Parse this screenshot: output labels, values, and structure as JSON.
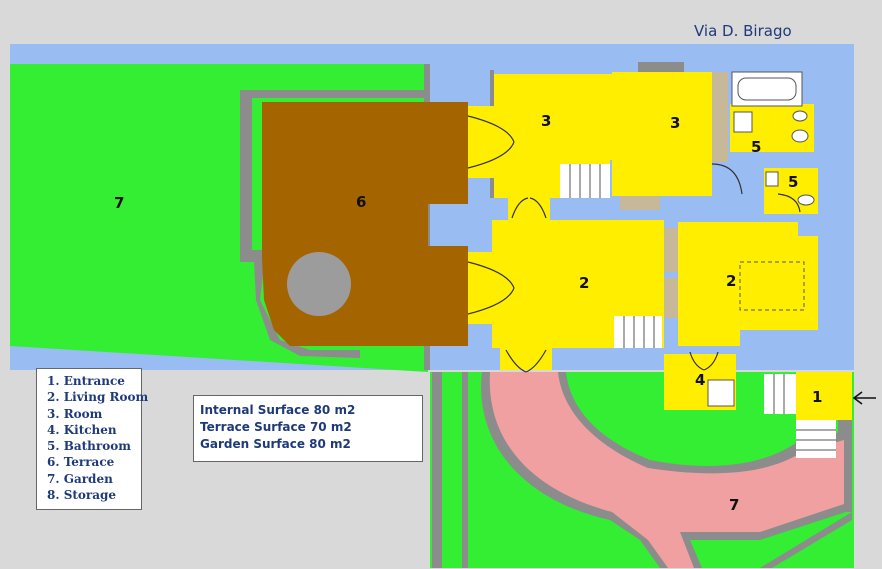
{
  "street_label": "Via D. Birago",
  "colors": {
    "outside": "#d9d9d9",
    "courtyard": "#99bdf2",
    "garden": "#33ee33",
    "rooms": "#ffee00",
    "terrace": "#a46400",
    "path": "#f0a0a0",
    "walls": "#8c8c8c"
  },
  "room_labels": {
    "garden_west": "7",
    "terrace": "6",
    "room_a": "3",
    "room_b": "3",
    "bathroom_a": "5",
    "bathroom_b": "5",
    "living_a": "2",
    "living_b": "2",
    "kitchen": "4",
    "entrance": "1",
    "garden_south": "7"
  },
  "legend": {
    "items": [
      "1. Entrance",
      "2. Living Room",
      "3. Room",
      "4. Kitchen",
      "5. Bathroom",
      "6. Terrace",
      "7. Garden",
      "8. Storage"
    ]
  },
  "surfaces": {
    "internal": "Internal Surface 80 m2",
    "terrace": "Terrace  Surface 70 m2",
    "garden": "Garden  Surface 80 m2"
  },
  "entrance_arrow": "arrow-left-icon"
}
